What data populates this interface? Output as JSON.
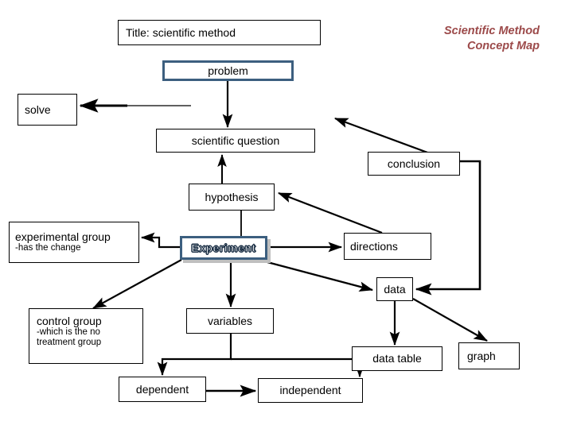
{
  "heading": {
    "line1": "Scientific Method",
    "line2": "Concept Map"
  },
  "nodes": {
    "title": {
      "label": "Title: scientific method"
    },
    "problem": {
      "label": "problem"
    },
    "solve": {
      "label": "solve"
    },
    "scientific_question": {
      "label": "scientific question"
    },
    "conclusion": {
      "label": "conclusion"
    },
    "hypothesis": {
      "label": "hypothesis"
    },
    "experimental_group": {
      "label": "experimental group",
      "detail": "-has the change"
    },
    "experiment": {
      "label": "Experiment"
    },
    "directions": {
      "label": "directions"
    },
    "data": {
      "label": "data"
    },
    "control_group": {
      "label": "control group",
      "detail1": "-which is the no",
      "detail2": " treatment group"
    },
    "variables": {
      "label": "variables"
    },
    "data_table": {
      "label": "data table"
    },
    "graph": {
      "label": "graph"
    },
    "dependent": {
      "label": "dependent"
    },
    "independent": {
      "label": "independent"
    }
  },
  "colors": {
    "accent_border": "#3c5f7f",
    "heading_text": "#9c4a4a",
    "node_border": "#000000",
    "connector": "#000000",
    "background": "#ffffff"
  },
  "edges": [
    {
      "from": "problem",
      "to": "scientific_question",
      "style": "arrow-down"
    },
    {
      "from": "problem",
      "to": "solve",
      "style": "arrow-left"
    },
    {
      "from": "hypothesis",
      "to": "scientific_question",
      "style": "arrow-up"
    },
    {
      "from": "conclusion",
      "to": "solve",
      "style": "arrow-up-left"
    },
    {
      "from": "hypothesis",
      "to": "experiment",
      "style": "line"
    },
    {
      "from": "experiment",
      "to": "experimental_group",
      "style": "arrow-left"
    },
    {
      "from": "experiment",
      "to": "control_group",
      "style": "arrow-down-left"
    },
    {
      "from": "experiment",
      "to": "directions",
      "style": "arrow-right"
    },
    {
      "from": "experiment",
      "to": "data",
      "style": "arrow-down-right"
    },
    {
      "from": "experiment",
      "to": "variables",
      "style": "arrow-down"
    },
    {
      "from": "directions",
      "to": "hypothesis",
      "style": "arrow-up-left"
    },
    {
      "from": "conclusion",
      "to": "data",
      "style": "arrow-down-elbow"
    },
    {
      "from": "data",
      "to": "data_table",
      "style": "arrow-down"
    },
    {
      "from": "data",
      "to": "graph",
      "style": "arrow-down-right"
    },
    {
      "from": "variables",
      "to": "dependent",
      "style": "arrow-elbow-left"
    },
    {
      "from": "variables",
      "to": "independent",
      "style": "arrow-elbow-right"
    },
    {
      "from": "dependent",
      "to": "independent",
      "style": "arrow-right"
    }
  ]
}
